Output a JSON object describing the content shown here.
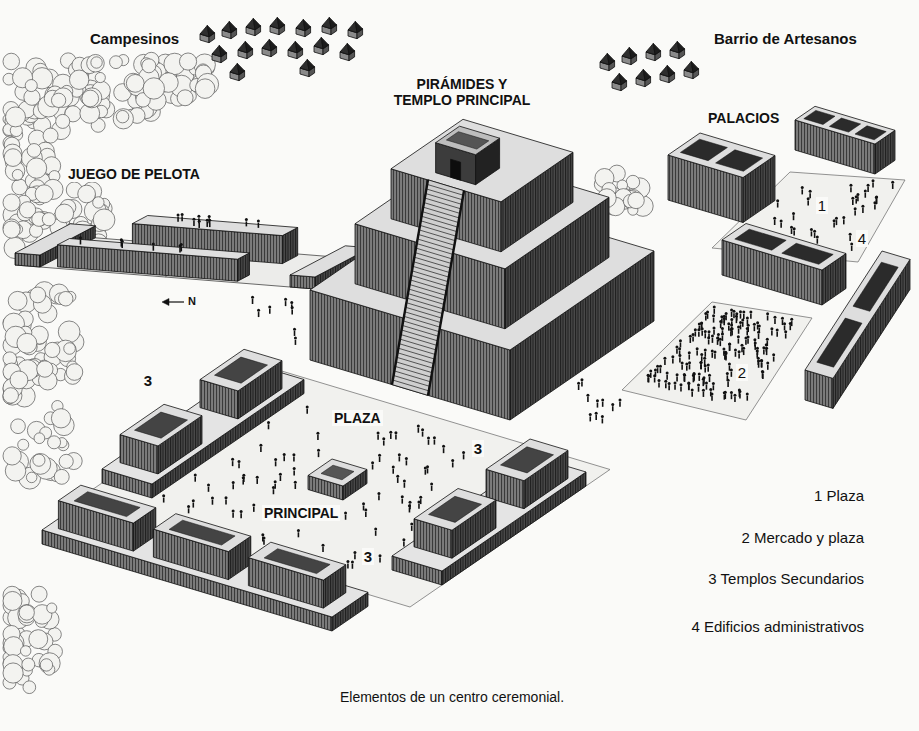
{
  "diagram": {
    "caption": "Elementos de un centro ceremonial.",
    "labels": [
      "Campesinos",
      "Barrio de Artesanos",
      "PIRÁMIDES Y TEMPLO PRINCIPAL",
      "PALACIOS",
      "JUEGO DE PELOTA",
      "N",
      "1",
      "4",
      "2",
      "3",
      "PLAZA",
      "3",
      "PRINCIPAL",
      "3"
    ],
    "legend": [
      {
        "text": "1 Plaza"
      },
      {
        "text": "2 Mercado y plaza"
      },
      {
        "text": "3 Templos Secundarios"
      },
      {
        "text": "4 Edificios administrativos"
      }
    ]
  }
}
